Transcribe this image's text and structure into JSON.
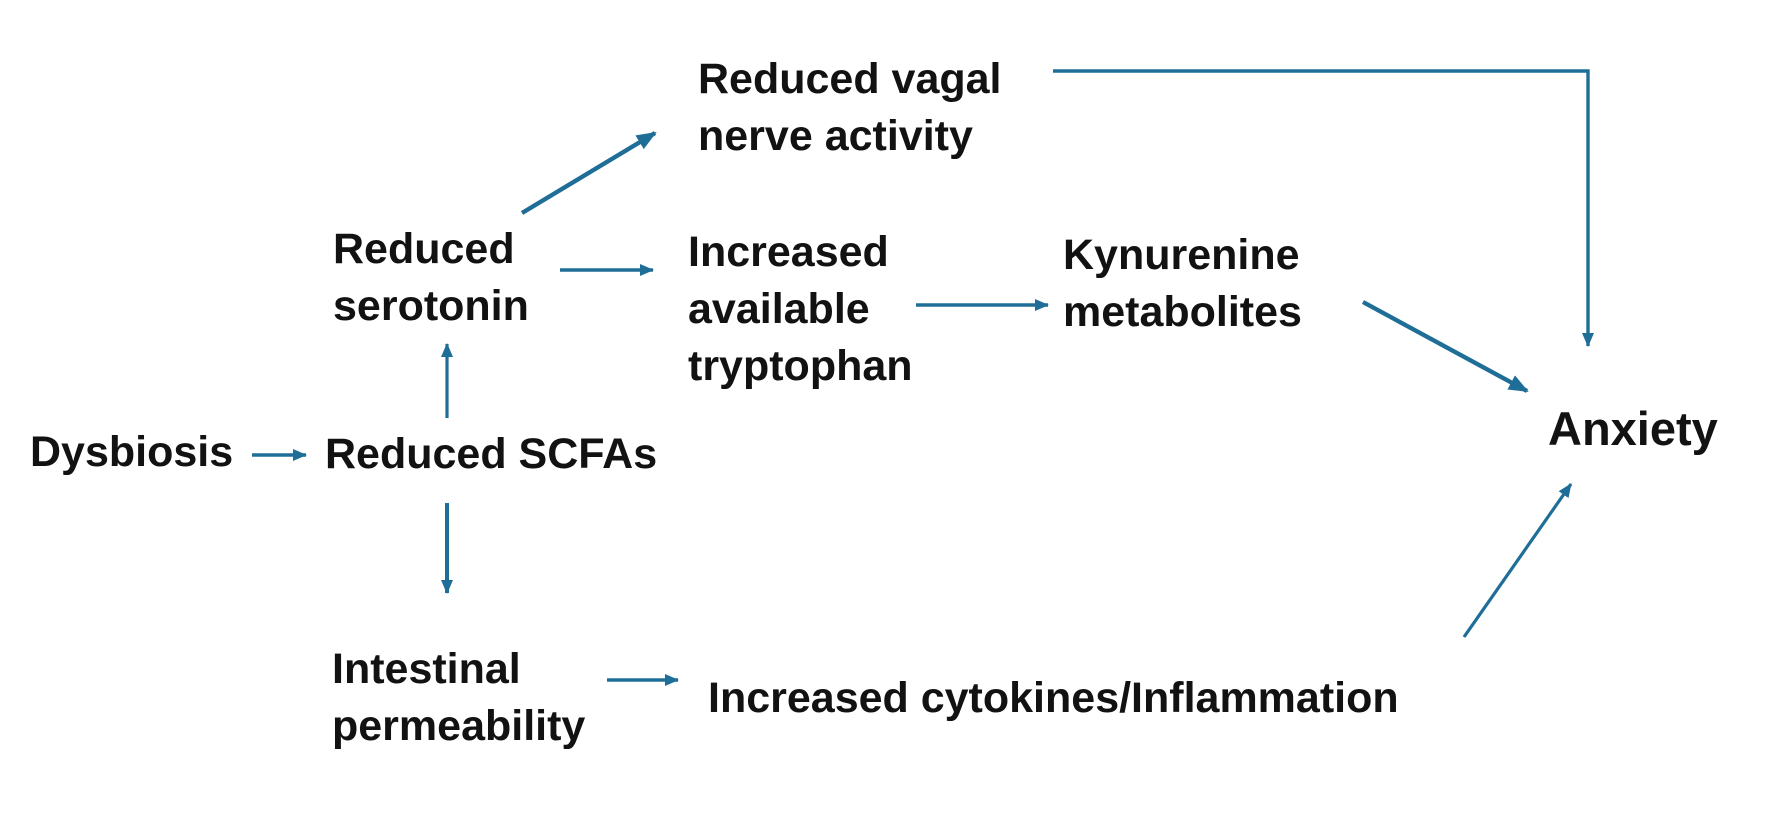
{
  "diagram": {
    "description": "Flow diagram linking gut dysbiosis to anxiety",
    "colors": {
      "background": "#ffffff",
      "text": "#121212",
      "arrow": "#1F6E98"
    },
    "nodes": {
      "dysbiosis": {
        "label": "Dysbiosis"
      },
      "reduced_scfas": {
        "label": "Reduced SCFAs"
      },
      "reduced_serotonin": {
        "label": "Reduced\nserotonin"
      },
      "reduced_vagal": {
        "label": "Reduced vagal\nnerve activity"
      },
      "increased_tryptophan": {
        "label": "Increased\navailable\ntryptophan"
      },
      "kynurenine": {
        "label": "Kynurenine\nmetabolites"
      },
      "anxiety": {
        "label": "Anxiety"
      },
      "intestinal_permeability": {
        "label": "Intestinal\npermeability"
      },
      "cytokines": {
        "label": "Increased cytokines/Inflammation"
      }
    },
    "edges": [
      {
        "from": "Dysbiosis",
        "to": "Reduced SCFAs"
      },
      {
        "from": "Reduced SCFAs",
        "to": "Reduced serotonin"
      },
      {
        "from": "Reduced SCFAs",
        "to": "Intestinal permeability"
      },
      {
        "from": "Reduced serotonin",
        "to": "Reduced vagal nerve activity"
      },
      {
        "from": "Reduced serotonin",
        "to": "Increased available tryptophan"
      },
      {
        "from": "Increased available tryptophan",
        "to": "Kynurenine metabolites"
      },
      {
        "from": "Kynurenine metabolites",
        "to": "Anxiety"
      },
      {
        "from": "Reduced vagal nerve activity",
        "to": "Anxiety"
      },
      {
        "from": "Intestinal permeability",
        "to": "Increased cytokines/Inflammation"
      },
      {
        "from": "Increased cytokines/Inflammation",
        "to": "Anxiety"
      }
    ]
  }
}
